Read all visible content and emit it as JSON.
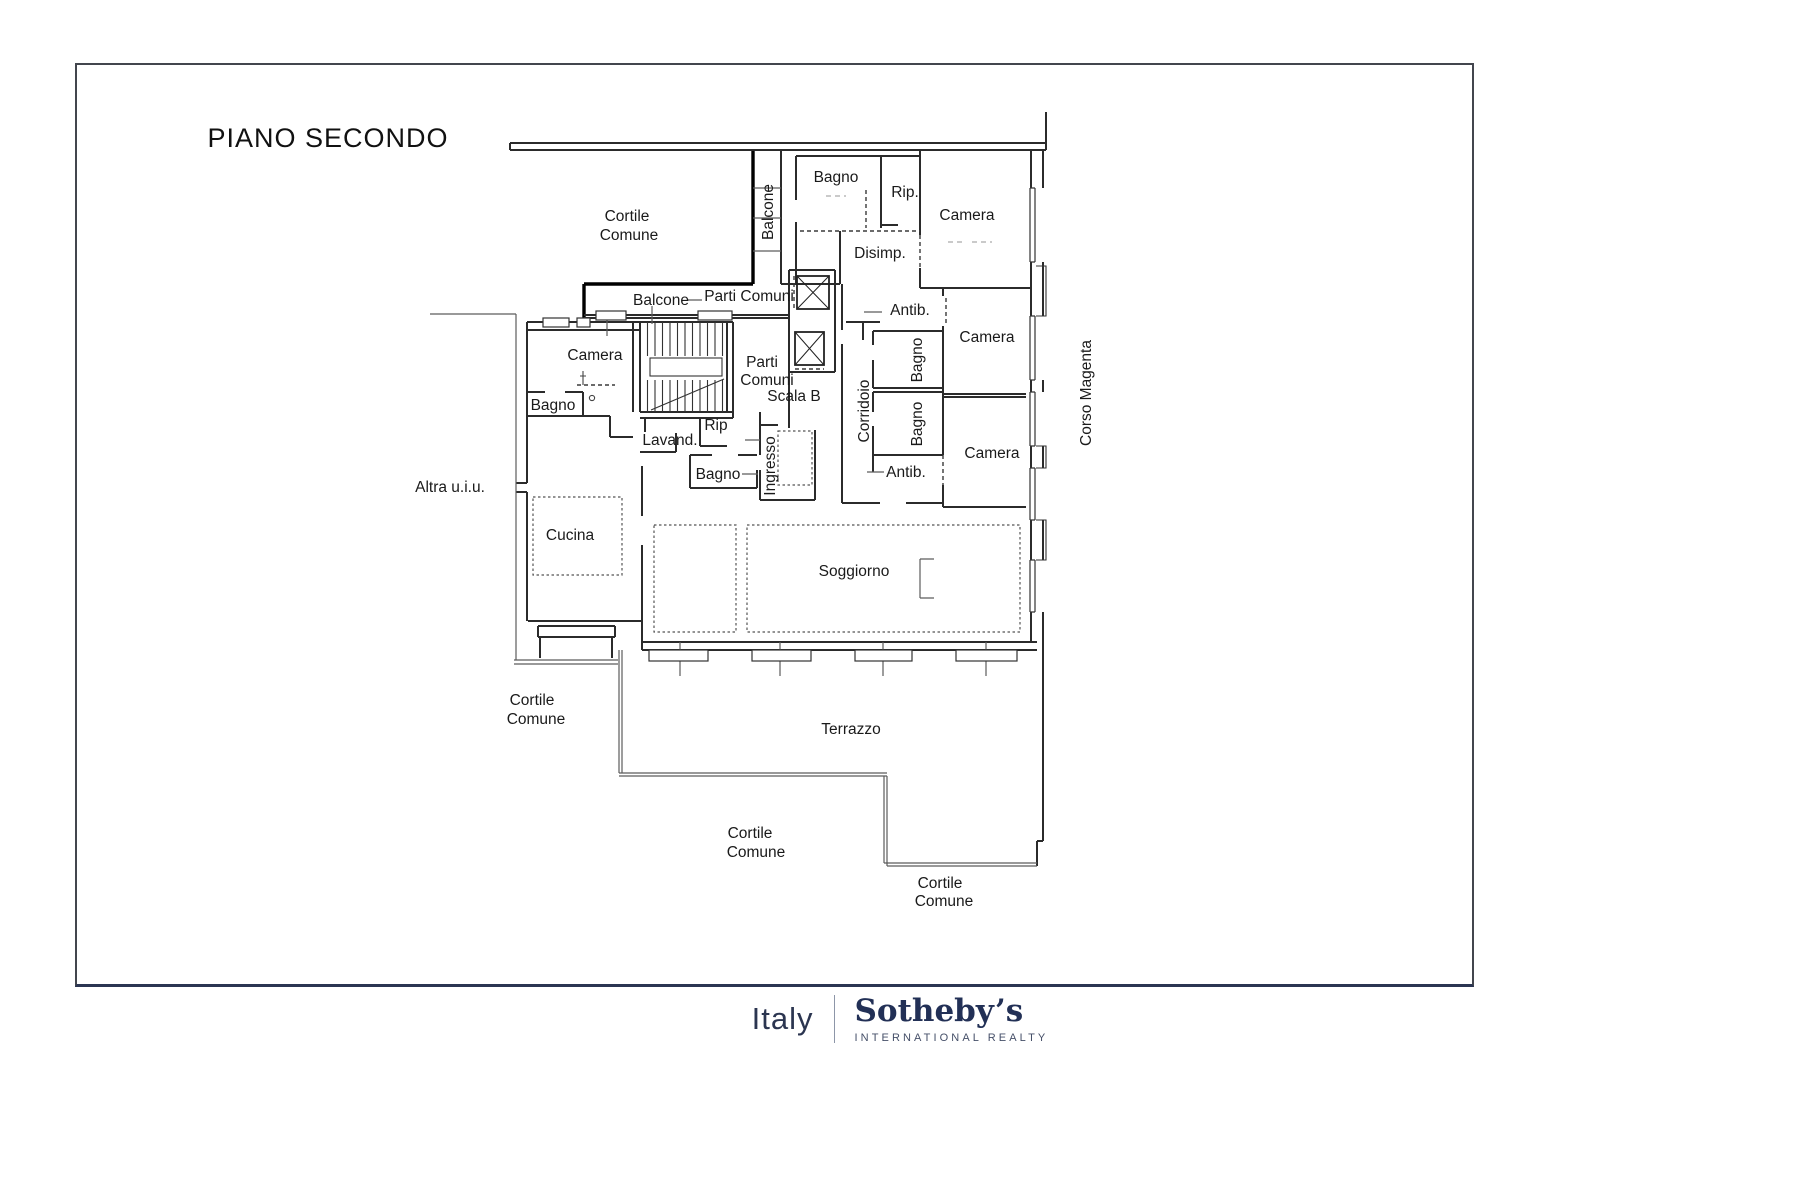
{
  "title": "PIANO SECONDO",
  "plan": {
    "areas": {
      "cortile_top": [
        "Cortile",
        "Comune"
      ],
      "cortile_bottom_left": [
        "Cortile",
        "Comune"
      ],
      "cortile_bottom_center": [
        "Cortile",
        "Comune"
      ],
      "cortile_bottom_right": [
        "Cortile",
        "Comune"
      ],
      "terrazzo": "Terrazzo",
      "altra_uiu": "Altra u.i.u.",
      "balcone_vertical": "Balcone",
      "balcone_horizontal": "Balcone",
      "parti_comuni": "Parti Comuni",
      "scala": [
        "Parti",
        "Comuni",
        "Scala B"
      ]
    },
    "rooms": {
      "bagno_top": "Bagno",
      "rip_top": "Rip.",
      "camera_top": "Camera",
      "disimp": "Disimp.",
      "antib_top": "Antib.",
      "camera_mid": "Camera",
      "camera_left": "Camera",
      "bagno_left": "Bagno",
      "corridoio": "Corridoio",
      "bagno_corr_1": "Bagno",
      "bagno_corr_2": "Bagno",
      "rip_small": "Rip",
      "lavanderia": "Lavand.",
      "bagno_small": "Bagno",
      "ingresso": "Ingresso",
      "antib_bottom": "Antib.",
      "camera_bottom": "Camera",
      "cucina": "Cucina",
      "soggiorno": "Soggiorno"
    },
    "street": "Corso Magenta"
  },
  "footer": {
    "country": "Italy",
    "brand": "Sotheby’s",
    "tagline": "INTERNATIONAL REALTY"
  },
  "colors": {
    "accent_navy": "#2b3552",
    "wall": "#2b2b2b"
  }
}
